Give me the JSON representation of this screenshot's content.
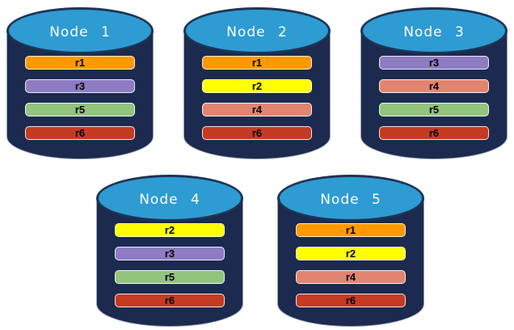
{
  "colors": {
    "cylinder_body": "#1B2A4E",
    "cylinder_top": "#2E9BD3",
    "cylinder_rim": "#1D3554",
    "cylinder_outline": "#99A1B6",
    "node_label_text": "#FFFFFF",
    "bar_label_text": "#000000",
    "replicas": {
      "r1": "#FF9900",
      "r2": "#FFFF00",
      "r3": "#8E7CC3",
      "r4": "#E08570",
      "r5": "#93C47D",
      "r6": "#C53B22"
    }
  },
  "nodes": [
    {
      "label": "Node 1",
      "replicas": [
        "r1",
        "r3",
        "r5",
        "r6"
      ]
    },
    {
      "label": "Node 2",
      "replicas": [
        "r1",
        "r2",
        "r4",
        "r6"
      ]
    },
    {
      "label": "Node 3",
      "replicas": [
        "r3",
        "r4",
        "r5",
        "r6"
      ]
    },
    {
      "label": "Node 4",
      "replicas": [
        "r2",
        "r3",
        "r5",
        "r6"
      ]
    },
    {
      "label": "Node 5",
      "replicas": [
        "r1",
        "r2",
        "r4",
        "r6"
      ]
    }
  ]
}
